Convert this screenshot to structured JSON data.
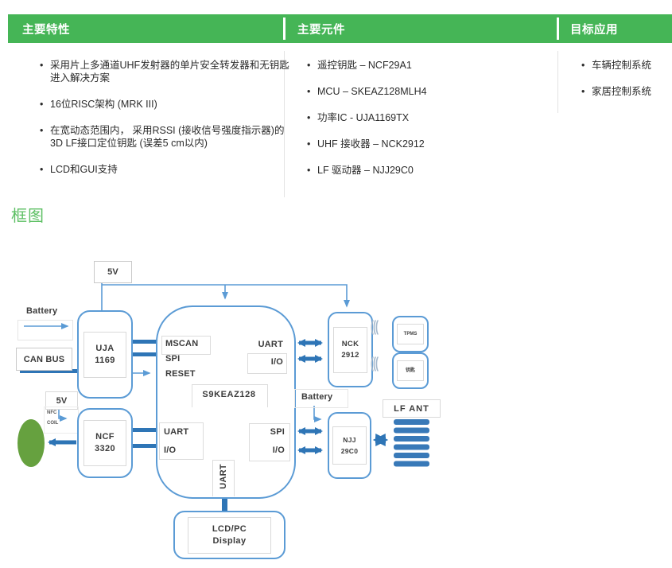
{
  "colors": {
    "header_green": "#45b556",
    "section_title_green": "#5cbf63",
    "diagram_box_blue": "#5b9bd5",
    "diagram_connector_blue": "#2e75b6",
    "nfc_ellipse_green": "#66a13f",
    "divider_gray": "#e3e3e3"
  },
  "header": {
    "col1_title": "主要特性",
    "col2_title": "主要元件",
    "col3_title": "目标应用"
  },
  "features": {
    "items": [
      "采用片上多通道UHF发射器的单片安全转发器和无钥匙进入解决方案",
      "16位RISC架构 (MRK III)",
      "在宽动态范围内， 采用RSSI (接收信号强度指示器)的3D LF接口定位钥匙 (误差5 cm以内)",
      "LCD和GUI支持"
    ]
  },
  "components": {
    "items": [
      "遥控钥匙 – NCF29A1",
      "MCU – SKEAZ128MLH4",
      "功率IC - UJA1169TX",
      "UHF 接收器 – NCK2912",
      "LF 驱动器 – NJJ29C0"
    ]
  },
  "applications": {
    "items": [
      "车辆控制系统",
      "家居控制系统"
    ]
  },
  "block_diagram": {
    "section_title": "框图",
    "power_5v_top": "5V",
    "battery_top": "Battery",
    "can_bus": "CAN BUS",
    "uja_chip": {
      "line1": "UJA",
      "line2": "1169"
    },
    "mcu": {
      "pin_mscan": "MSCAN",
      "pin_spi_top": "SPI",
      "pin_reset": "RESET",
      "name": "S9KEAZ128",
      "pin_uart_right": "UART",
      "pin_io_right_top": "I/O",
      "pin_uart_left": "UART",
      "pin_io_left": "I/O",
      "pin_spi_bottom": "SPI",
      "pin_io_right_bottom": "I/O",
      "pin_uart_bottom": "UART"
    },
    "nck_chip": {
      "line1": "NCK",
      "line2": "2912"
    },
    "rf_wave_glyph": "(((",
    "fob1": "TPMS",
    "fob2": "钥匙",
    "battery_bottom": "Battery",
    "njj_chip": {
      "line1": "NJJ",
      "line2": "29C0"
    },
    "lf_ant": "LF ANT",
    "power_5v_bottom": "5V",
    "nfc_coil": {
      "line1": "NFC",
      "line2": "COIL"
    },
    "ncf_chip": {
      "line1": "NCF",
      "line2": "3320"
    },
    "lcd": {
      "line1": "LCD/PC",
      "line2": "Display"
    }
  }
}
